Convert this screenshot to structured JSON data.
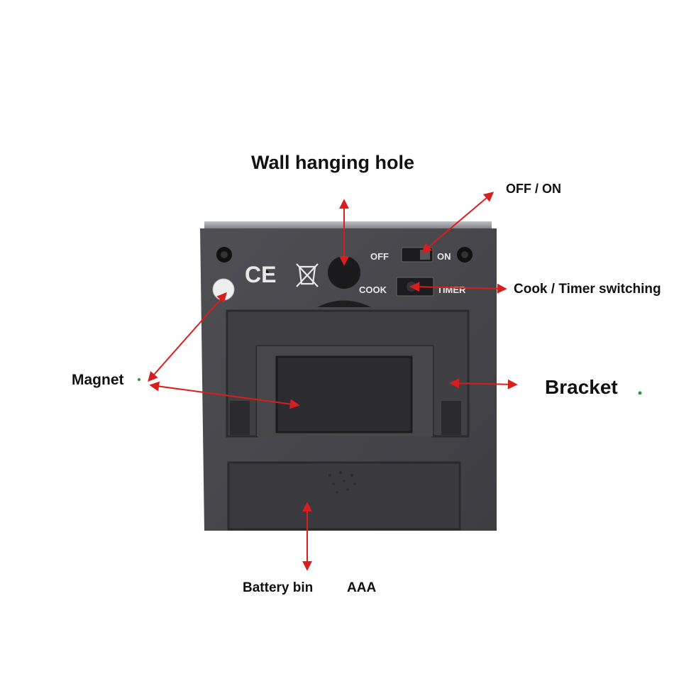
{
  "labels": {
    "wall_hole": "Wall hanging hole",
    "off_on": "OFF / ON",
    "cook_timer": "Cook / Timer switching",
    "magnet": "Magnet",
    "bracket": "Bracket",
    "battery": "Battery bin",
    "battery_type": "AAA"
  },
  "device": {
    "switch_off": "OFF",
    "switch_on": "ON",
    "switch_cook": "COOK",
    "switch_timer": "TIMER",
    "ce_mark": "CE"
  },
  "colors": {
    "arrow": "#d81e1e",
    "body": "#46464a",
    "body_dark": "#2c2c30",
    "bracket_accent": "#2d9a3c"
  }
}
